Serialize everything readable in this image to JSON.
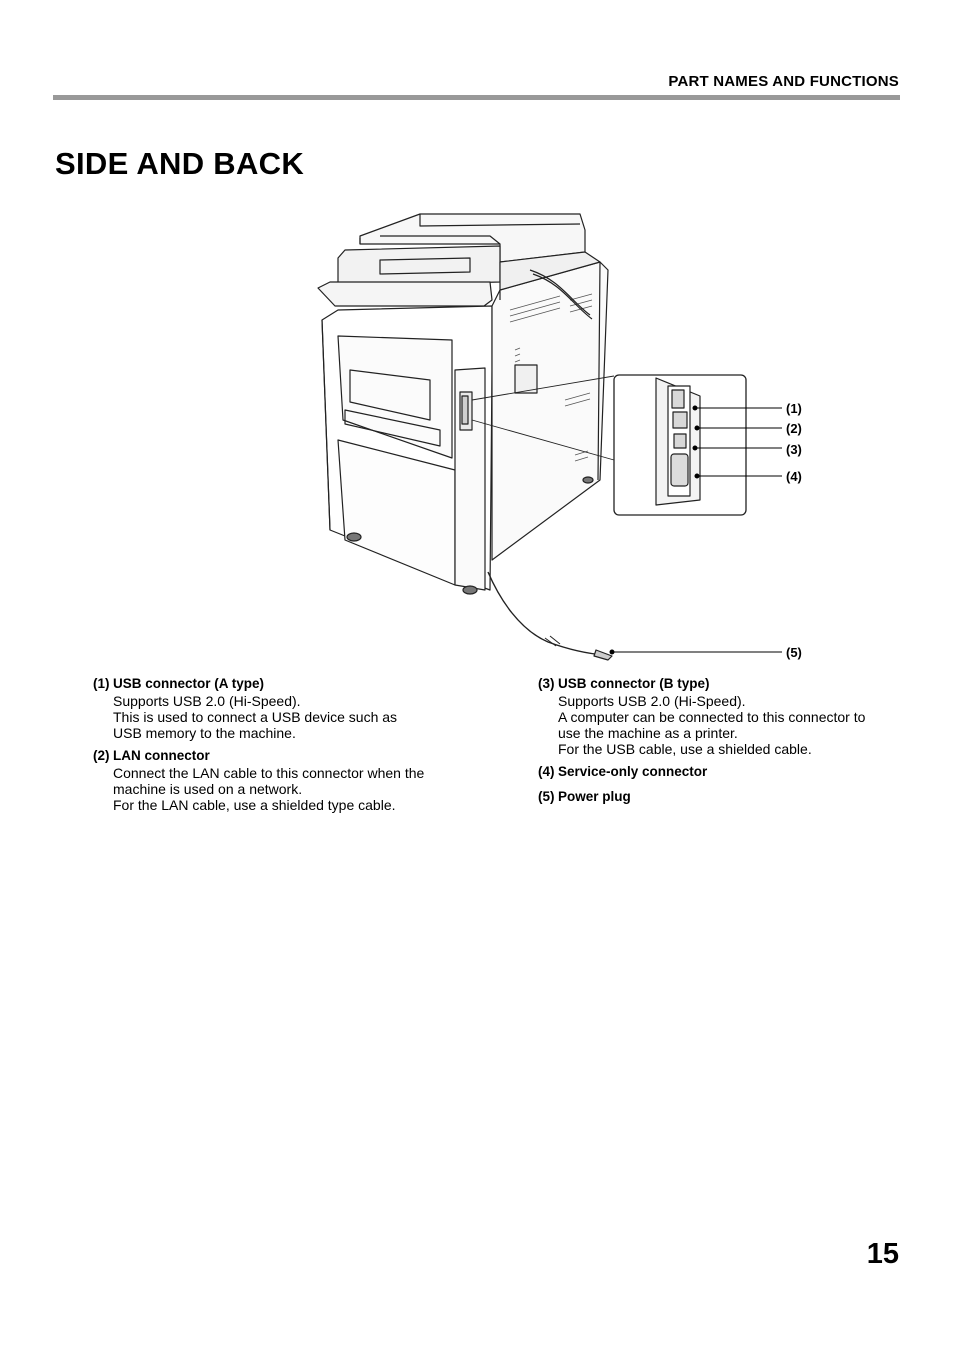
{
  "header": {
    "section": "PART NAMES AND FUNCTIONS"
  },
  "title": "SIDE AND BACK",
  "callouts": [
    "(1)",
    "(2)",
    "(3)",
    "(4)",
    "(5)"
  ],
  "items": [
    {
      "num": "(1)",
      "title": "USB connector (A type)",
      "lines": [
        "Supports USB 2.0 (Hi-Speed).",
        "This is used to connect a USB device such as",
        "USB memory to the machine."
      ]
    },
    {
      "num": "(2)",
      "title": "LAN connector",
      "lines": [
        "Connect the LAN cable to this connector when the",
        "machine is used on a network.",
        "For the LAN cable, use a shielded type cable."
      ]
    },
    {
      "num": "(3)",
      "title": "USB connector (B type)",
      "lines": [
        "Supports USB 2.0 (Hi-Speed).",
        "A computer can be connected to this connector to",
        "use the machine as a printer.",
        "For the USB cable, use a shielded cable."
      ]
    },
    {
      "num": "(4)",
      "title": "Service-only connector",
      "lines": []
    },
    {
      "num": "(5)",
      "title": "Power plug",
      "lines": []
    }
  ],
  "page_number": "15"
}
